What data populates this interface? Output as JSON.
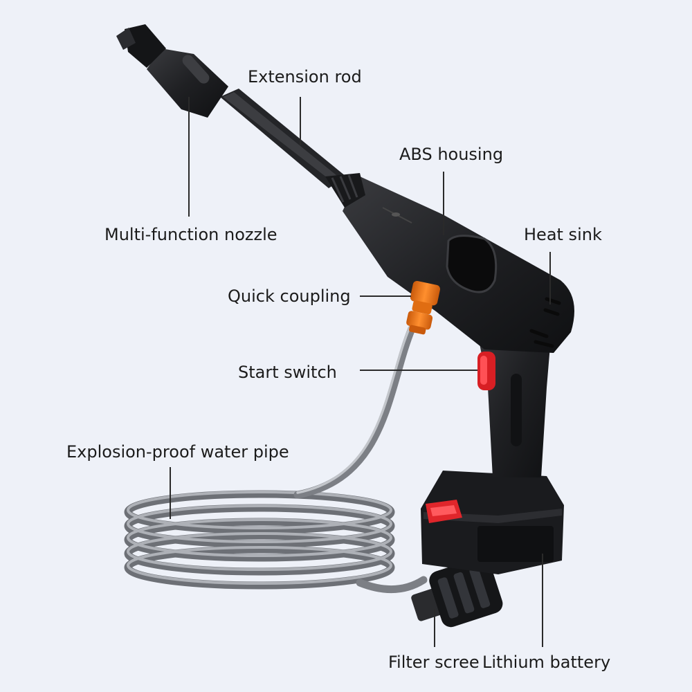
{
  "labels": {
    "extension_rod": "Extension rod",
    "abs_housing": "ABS housing",
    "multi_function_nozzle": "Multi-function nozzle",
    "heat_sink": "Heat sink",
    "quick_coupling": "Quick coupling",
    "start_switch": "Start switch",
    "water_pipe": "Explosion-proof water pipe",
    "filter_screen": "Filter scree",
    "lithium_battery": "Lithium battery"
  },
  "colors": {
    "background": "#eef1f8",
    "body": "#1f1f22",
    "accent_orange": "#f07a1a",
    "switch_red": "#e0262b",
    "hose": "#8d9096",
    "leader_line": "#2a2a2a"
  }
}
